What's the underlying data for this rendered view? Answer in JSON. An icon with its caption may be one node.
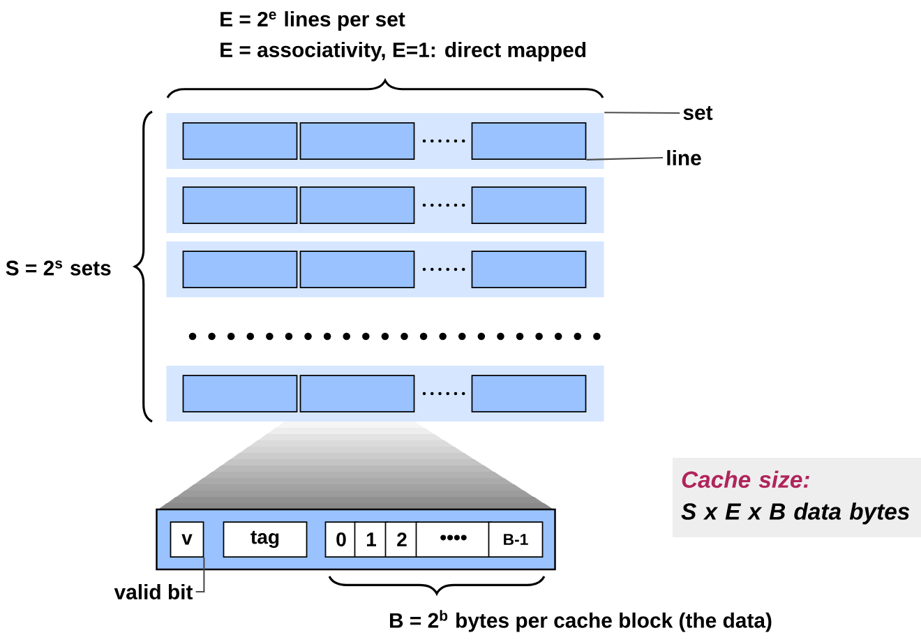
{
  "diagram": {
    "nodes": [
      {
        "text": [],
        "shape": "box"
      },
      {
        "text": [],
        "shape": "box",
        "in": 0
      },
      {
        "text": [],
        "shape": "box",
        "in": 0
      },
      {
        "text": [],
        "shape": "box",
        "in": 0
      },
      {
        "text": [],
        "shape": "box"
      },
      {
        "text": [],
        "shape": "box",
        "in": 4
      },
      {
        "text": [],
        "shape": "box",
        "in": 4
      },
      {
        "text": [],
        "shape": "box",
        "in": 4
      },
      {
        "text": [],
        "shape": "box"
      },
      {
        "text": [],
        "shape": "box",
        "in": 8
      },
      {
        "text": [],
        "shape": "box",
        "in": 8
      },
      {
        "text": [],
        "shape": "box",
        "in": 8
      },
      {
        "text": [],
        "shape": "box"
      },
      {
        "text": [],
        "shape": "box",
        "in": 12
      },
      {
        "text": [],
        "shape": "box",
        "in": 12
      },
      {
        "text": [],
        "shape": "box",
        "in": 12
      },
      {
        "text": [
          "set"
        ]
      },
      {
        "text": [
          "line"
        ]
      },
      {
        "text": [],
        "shape": "box"
      },
      {
        "text": [
          "v"
        ],
        "in": 18
      },
      {
        "text": [
          "tag"
        ],
        "in": 18
      },
      {
        "text": [
          "0"
        ],
        "in": 18
      },
      {
        "text": [
          "1"
        ],
        "in": 18
      },
      {
        "text": [
          "2"
        ],
        "in": 18
      },
      {
        "text": [
          "••••"
        ],
        "in": 18
      },
      {
        "text": [
          "B-1"
        ],
        "in": 18
      },
      {
        "text": [
          "valid bit"
        ]
      },
      {
        "text": [
          "Cache size:",
          "S x E x B data bytes"
        ]
      }
    ],
    "edges": [
      {
        "from": 16,
        "to": 0,
        "arrow": "none"
      },
      {
        "from": 17,
        "to": 3,
        "arrow": "none"
      },
      {
        "from": 26,
        "to": 19,
        "arrow": "none"
      }
    ],
    "labels": [
      "E = 2$^{e}$ lines per set",
      "E = associativity, E=1: direct mapped",
      "S = 2$^{s}$ sets",
      "B = 2$^{b}$ bytes per cache block (the data)"
    ]
  }
}
